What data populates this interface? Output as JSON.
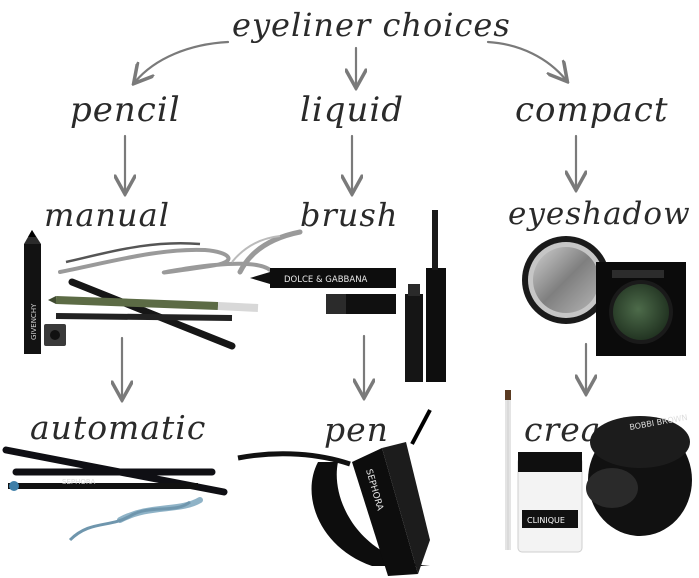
{
  "title": "eyeliner choices",
  "categories": [
    {
      "name": "pencil",
      "subtype": "manual",
      "next": "automatic"
    },
    {
      "name": "liquid",
      "subtype": "brush",
      "next": "pen"
    },
    {
      "name": "compact",
      "subtype": "eyeshadow",
      "next": "cream"
    }
  ],
  "brands": {
    "givenchy": "GIVENCHY",
    "dolce": "DOLCE & GABBANA",
    "sephora_a": "SEPHORA",
    "sephora_b": "SEPHORA",
    "clinique": "CLINIQUE",
    "bobbi": "BOBBI BROWN"
  },
  "colors": {
    "text": "#2a2a2a",
    "arrow": "#7a7a7a",
    "liner": "#111111",
    "olive": "#5c6b45",
    "shadow_green": "#2f4a2f",
    "silver": "#8d8d8d"
  }
}
